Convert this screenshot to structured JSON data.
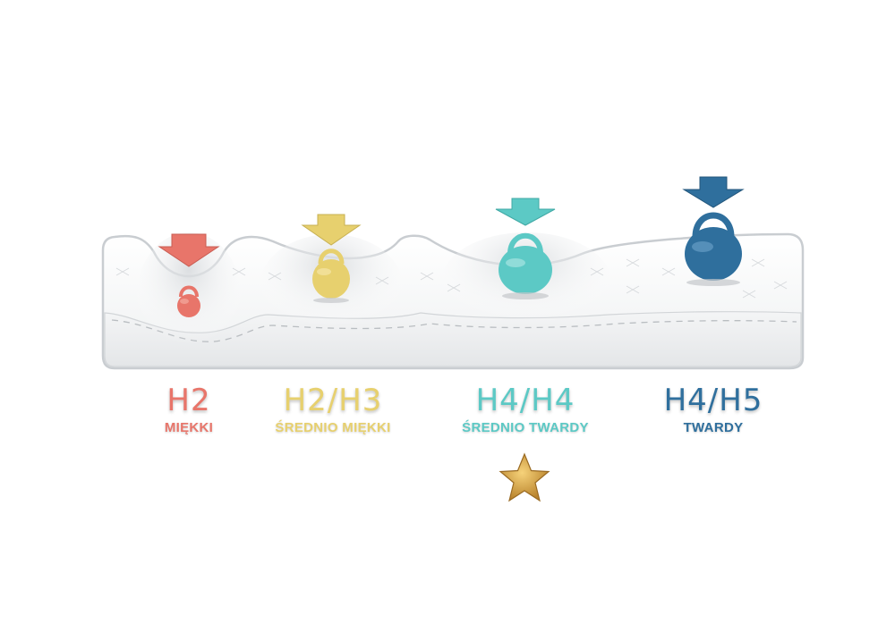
{
  "colors": {
    "h2": "#e8756a",
    "h2h3": "#e7d06e",
    "h4h4": "#5cc9c5",
    "h4h5": "#2f6f9d",
    "star": "#d9a441"
  },
  "levels": [
    {
      "grade": "H2",
      "description": "MIĘKKI",
      "color": "#e8756a"
    },
    {
      "grade": "H2/H3",
      "description": "ŚREDNIO MIĘKKI",
      "color": "#e7d06e"
    },
    {
      "grade": "H4/H4",
      "description": "ŚREDNIO TWARDY",
      "color": "#5cc9c5"
    },
    {
      "grade": "H4/H5",
      "description": "TWARDY",
      "color": "#2f6f9d"
    }
  ],
  "icons": {
    "weight": "kettlebell-icon",
    "pressure": "arrow-down-icon",
    "recommended": "star-icon"
  }
}
